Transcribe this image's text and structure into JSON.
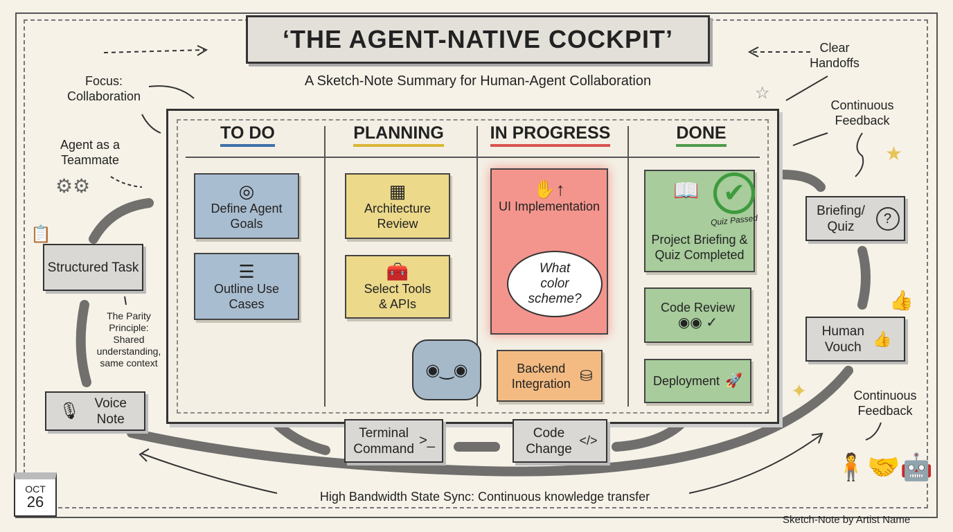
{
  "title": "‘THE AGENT-NATIVE COCKPIT’",
  "subtitle": "A Sketch-Note Summary for Human-Agent Collaboration",
  "left": {
    "focus": "Focus: Collaboration",
    "teammate": "Agent as a Teammate",
    "structured_task": "Structured Task",
    "parity": "The Parity Principle: Shared understanding, same context",
    "voice_note": "Voice Note",
    "calendar": {
      "month": "OCT",
      "day": "26"
    }
  },
  "board": {
    "columns": [
      {
        "title": "TO DO",
        "color": "#3f6fa8"
      },
      {
        "title": "PLANNING",
        "color": "#d9b536"
      },
      {
        "title": "IN PROGRESS",
        "color": "#d9534f"
      },
      {
        "title": "DONE",
        "color": "#4f9a4a"
      }
    ],
    "cards": {
      "define_goals": "Define Agent Goals",
      "outline_use_cases": "Outline Use Cases",
      "architecture_review": "Architecture Review",
      "select_tools": "Select Tools & APIs",
      "ui_implementation": "UI Implementation",
      "speech_bubble": "What color scheme?",
      "backend_integration": "Backend Integration",
      "project_briefing": "Project Briefing & Quiz Completed",
      "quiz_passed": "Quiz Passed",
      "code_review": "Code Review",
      "deployment": "Deployment"
    }
  },
  "bottom": {
    "terminal_command": "Terminal Command",
    "code_change": "Code Change",
    "state_sync": "High Bandwidth State Sync: Continuous knowledge transfer"
  },
  "right": {
    "clear_handoffs": "Clear Handoffs",
    "continuous_feedback_top": "Continuous Feedback",
    "briefing_quiz": "Briefing/ Quiz",
    "human_vouch": "Human Vouch",
    "continuous_feedback_bottom": "Continuous Feedback"
  },
  "credit": "Sketch-Note by Artist Name"
}
